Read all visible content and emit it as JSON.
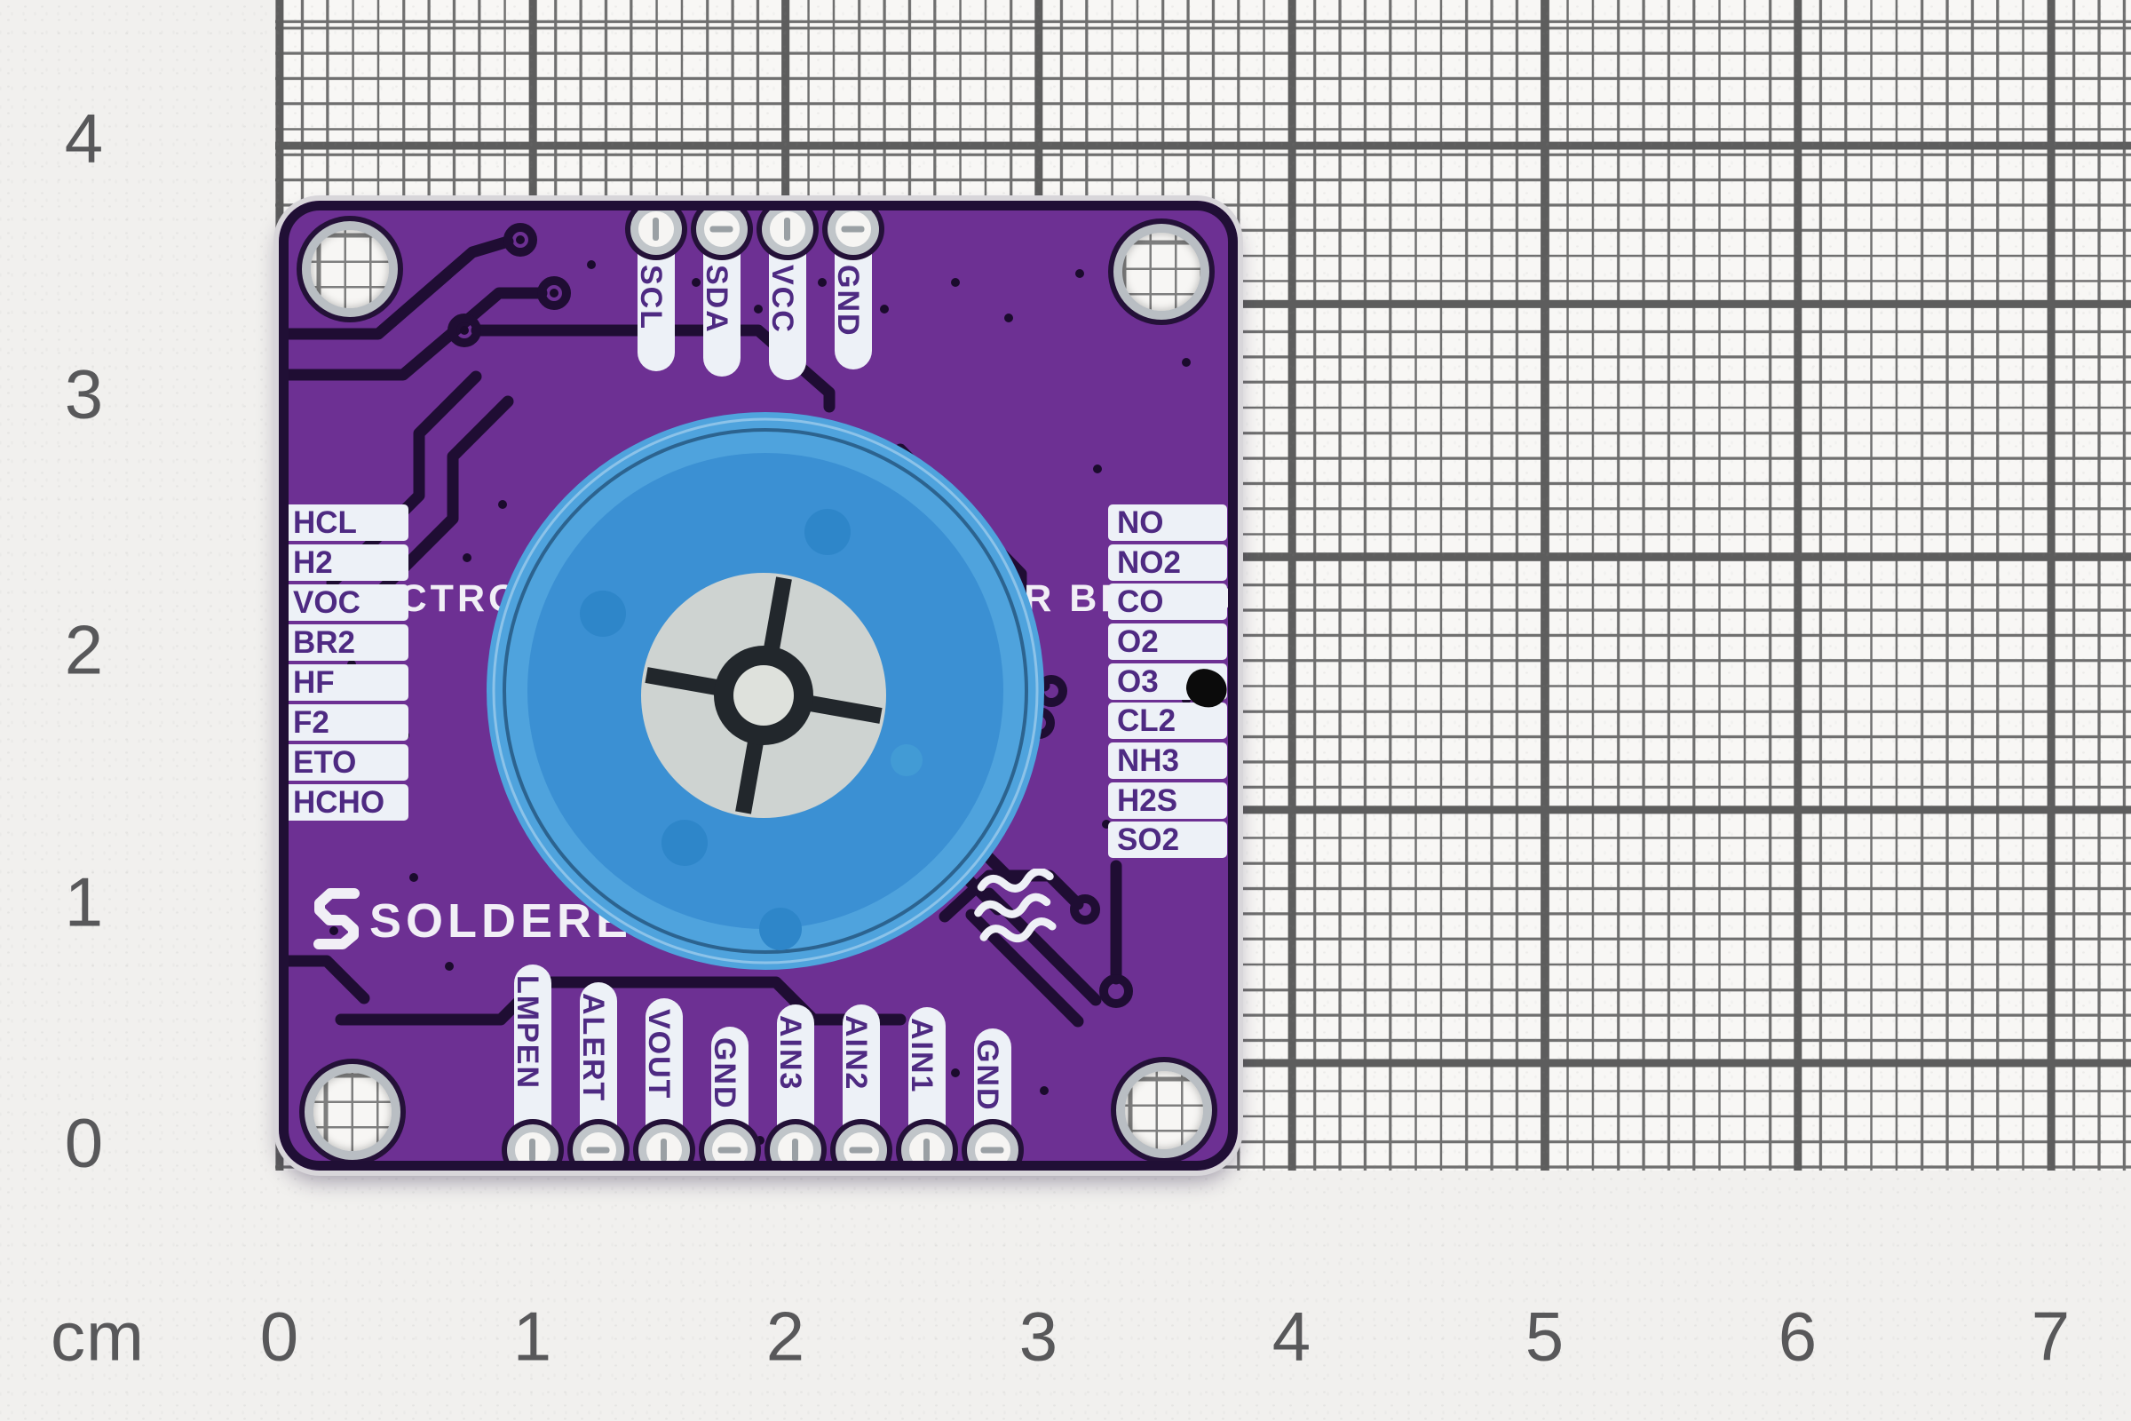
{
  "ruler": {
    "unit_label": "cm",
    "x_ticks": [
      "0",
      "1",
      "2",
      "3",
      "4",
      "5",
      "6",
      "7"
    ],
    "y_ticks": [
      "4",
      "3",
      "2",
      "1",
      "0"
    ]
  },
  "board": {
    "title": "ELECTROCHEMICAL GAS SENSOR BREAKOUT",
    "brand": "SOLDERED",
    "top_pins": [
      "SCL",
      "SDA",
      "VCC",
      "GND"
    ],
    "bottom_pins": [
      "LMPEN",
      "ALERT",
      "VOUT",
      "GND",
      "AIN3",
      "AIN2",
      "AIN1",
      "GND"
    ],
    "left_gas_labels": [
      "HCL",
      "H2",
      "VOC",
      "BR2",
      "HF",
      "F2",
      "ETO",
      "HCHO"
    ],
    "right_gas_labels": [
      "NO",
      "NO2",
      "CO",
      "O2",
      "O3",
      "CL2",
      "NH3",
      "H2S",
      "SO2"
    ],
    "icons": {
      "brand_glyph": "soldered-s-logo",
      "waves": "gas-waves-icon"
    },
    "colors": {
      "pcb_purple": "#6d3093",
      "trace_dark": "#1f0d33",
      "silkscreen_white": "#f1eff6",
      "label_text_purple": "#4e2a82",
      "sensor_blue_rim": "#4fa3dd",
      "sensor_blue_face": "#3b90d3",
      "sensor_center_gray": "#ced3d1",
      "paper": "#f1f0ee",
      "grid_minor": "#6f6f6f",
      "grid_major": "#5d5d5d"
    }
  }
}
